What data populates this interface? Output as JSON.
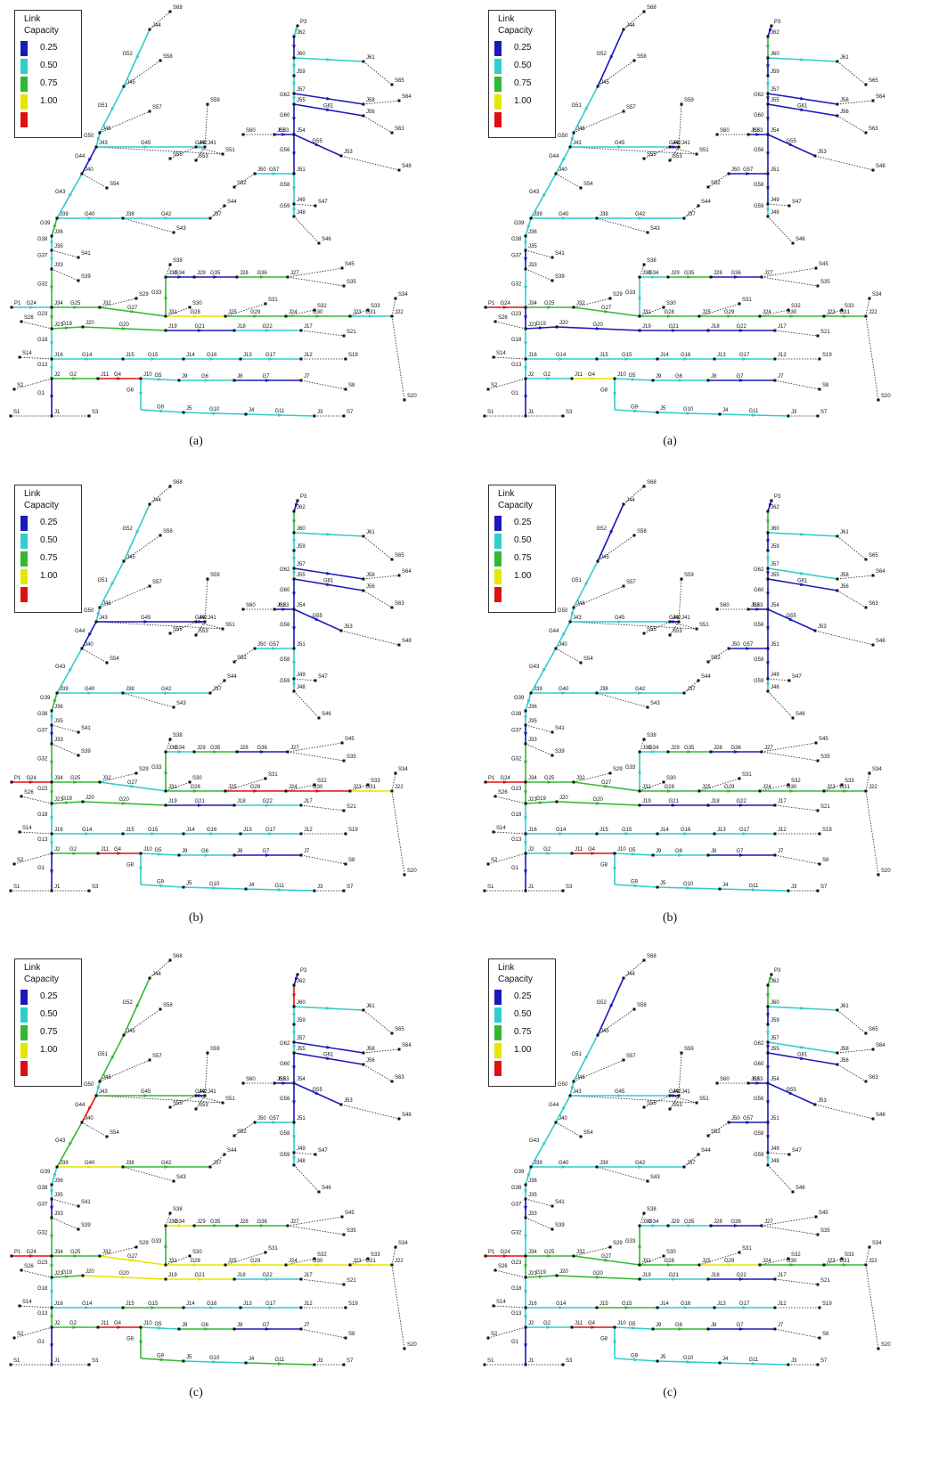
{
  "legend": {
    "title_line1": "Link",
    "title_line2": "Capacity",
    "items": [
      {
        "label": "0.25",
        "color": "#1a1ab8"
      },
      {
        "label": "0.50",
        "color": "#33cccc"
      },
      {
        "label": "0.75",
        "color": "#33b833"
      },
      {
        "label": "1.00",
        "color": "#e6e600"
      },
      {
        "label": "",
        "color": "#dd1111"
      }
    ]
  },
  "panels": [
    {
      "caption": "(a)",
      "variant": 0
    },
    {
      "caption": "(a)",
      "variant": 1
    },
    {
      "caption": "(b)",
      "variant": 2
    },
    {
      "caption": "(b)",
      "variant": 3
    },
    {
      "caption": "(c)",
      "variant": 4
    },
    {
      "caption": "(c)",
      "variant": 5
    }
  ],
  "network": {
    "nodes": [
      {
        "id": "J1",
        "label": "J1"
      },
      {
        "id": "J2",
        "label": "J2"
      },
      {
        "id": "J3",
        "label": "J3"
      },
      {
        "id": "J4",
        "label": "J4"
      },
      {
        "id": "J5",
        "label": "J5"
      },
      {
        "id": "J7",
        "label": "J7"
      },
      {
        "id": "J8",
        "label": "J8"
      },
      {
        "id": "J9",
        "label": "J9"
      },
      {
        "id": "J10",
        "label": "J10"
      },
      {
        "id": "J11",
        "label": "J11"
      },
      {
        "id": "J12",
        "label": "J12"
      },
      {
        "id": "J13",
        "label": "J13"
      },
      {
        "id": "J14",
        "label": "J14"
      },
      {
        "id": "J15",
        "label": "J15"
      },
      {
        "id": "J16",
        "label": "J16"
      },
      {
        "id": "J17",
        "label": "J17"
      },
      {
        "id": "J18",
        "label": "J18"
      },
      {
        "id": "J19",
        "label": "J19"
      },
      {
        "id": "J20",
        "label": "J20"
      },
      {
        "id": "J21",
        "label": "J21"
      },
      {
        "id": "J22",
        "label": "J22"
      },
      {
        "id": "J23",
        "label": "J23"
      },
      {
        "id": "J24",
        "label": "J24"
      },
      {
        "id": "J25",
        "label": "J25"
      },
      {
        "id": "J27",
        "label": "J27"
      },
      {
        "id": "J28",
        "label": "J28"
      },
      {
        "id": "J29",
        "label": "J29"
      },
      {
        "id": "J30",
        "label": "J30"
      },
      {
        "id": "J31",
        "label": "J31"
      },
      {
        "id": "J32",
        "label": "J32"
      },
      {
        "id": "J33",
        "label": "J33"
      },
      {
        "id": "J34",
        "label": "J34"
      },
      {
        "id": "J35",
        "label": "J35"
      },
      {
        "id": "J36",
        "label": "J36"
      },
      {
        "id": "J37",
        "label": "J37"
      },
      {
        "id": "J38",
        "label": "J38"
      },
      {
        "id": "J39",
        "label": "J39"
      },
      {
        "id": "J40",
        "label": "J40"
      },
      {
        "id": "J41",
        "label": "J41"
      },
      {
        "id": "J42",
        "label": "J42"
      },
      {
        "id": "J43",
        "label": "J43"
      },
      {
        "id": "J44",
        "label": "J44"
      },
      {
        "id": "J45",
        "label": "J45"
      },
      {
        "id": "J46",
        "label": "J46"
      },
      {
        "id": "J47",
        "label": "J47"
      },
      {
        "id": "J48",
        "label": "J48"
      },
      {
        "id": "J49",
        "label": "J49"
      },
      {
        "id": "J50",
        "label": "J50"
      },
      {
        "id": "J51",
        "label": "J51"
      },
      {
        "id": "J52",
        "label": "J52"
      },
      {
        "id": "J53",
        "label": "J53"
      },
      {
        "id": "J54",
        "label": "J54"
      },
      {
        "id": "J55",
        "label": "J55"
      },
      {
        "id": "J56",
        "label": "J56"
      },
      {
        "id": "J57",
        "label": "J57"
      },
      {
        "id": "J58",
        "label": "J58"
      },
      {
        "id": "J59",
        "label": "J59"
      },
      {
        "id": "J60",
        "label": "J60"
      },
      {
        "id": "J61",
        "label": "J61"
      },
      {
        "id": "J62",
        "label": "J62"
      },
      {
        "id": "P1",
        "label": "P1"
      },
      {
        "id": "P3",
        "label": "P3"
      },
      {
        "id": "S1",
        "label": "S1"
      },
      {
        "id": "S2",
        "label": "S2"
      },
      {
        "id": "S3",
        "label": "S3"
      },
      {
        "id": "S7",
        "label": "S7"
      },
      {
        "id": "S8",
        "label": "S8"
      },
      {
        "id": "S14",
        "label": "S14"
      },
      {
        "id": "S19",
        "label": "S19"
      },
      {
        "id": "S20",
        "label": "S20"
      },
      {
        "id": "S21",
        "label": "S21"
      },
      {
        "id": "S26",
        "label": "S26"
      },
      {
        "id": "S29",
        "label": "S29"
      },
      {
        "id": "S30",
        "label": "S30"
      },
      {
        "id": "S31",
        "label": "S31"
      },
      {
        "id": "S32",
        "label": "S32"
      },
      {
        "id": "S33",
        "label": "S33"
      },
      {
        "id": "S34",
        "label": "S34"
      },
      {
        "id": "S35",
        "label": "S35"
      },
      {
        "id": "S38",
        "label": "S38"
      },
      {
        "id": "S39",
        "label": "S39"
      },
      {
        "id": "S41",
        "label": "S41"
      },
      {
        "id": "S43",
        "label": "S43"
      },
      {
        "id": "S44",
        "label": "S44"
      },
      {
        "id": "S45",
        "label": "S45"
      },
      {
        "id": "S46",
        "label": "S46"
      },
      {
        "id": "S47",
        "label": "S47"
      },
      {
        "id": "S48",
        "label": "S48"
      },
      {
        "id": "S51",
        "label": "S51"
      },
      {
        "id": "S52",
        "label": "S52"
      },
      {
        "id": "S53",
        "label": "S53"
      },
      {
        "id": "S54",
        "label": "S54"
      },
      {
        "id": "S55",
        "label": "S55"
      },
      {
        "id": "S57",
        "label": "S57"
      },
      {
        "id": "S58",
        "label": "S58"
      },
      {
        "id": "S59",
        "label": "S59"
      },
      {
        "id": "S60",
        "label": "S60"
      },
      {
        "id": "S63",
        "label": "S63"
      },
      {
        "id": "S64",
        "label": "S64"
      },
      {
        "id": "S65",
        "label": "S65"
      },
      {
        "id": "S68",
        "label": "S68"
      }
    ],
    "link_labels": [
      "G1",
      "G2",
      "G4",
      "G5",
      "G6",
      "G7",
      "G8",
      "G9",
      "G10",
      "G11",
      "G13",
      "G14",
      "G15",
      "G16",
      "G17",
      "G18",
      "G19",
      "G20",
      "G21",
      "G22",
      "G23",
      "G24",
      "G25",
      "G27",
      "G28",
      "G29",
      "G30",
      "G31",
      "G32",
      "G33",
      "G34",
      "G35",
      "G36",
      "G37",
      "G38",
      "G39",
      "G40",
      "G42",
      "G43",
      "G44",
      "G45",
      "G49",
      "G50",
      "G51",
      "G52",
      "G53",
      "G55",
      "G56",
      "G57",
      "G58",
      "G59",
      "G60",
      "G61",
      "G62"
    ]
  }
}
